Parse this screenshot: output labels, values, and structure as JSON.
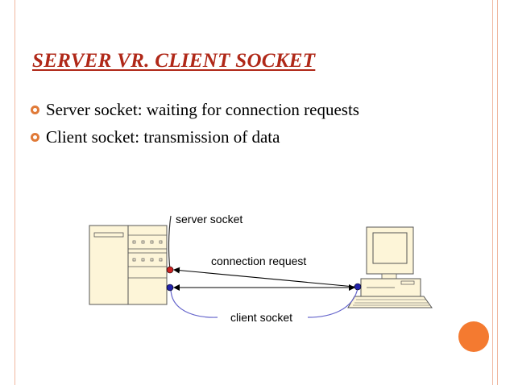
{
  "slide": {
    "title": "SERVER VR. CLIENT SOCKET",
    "bullets": [
      "Server socket: waiting for connection requests",
      "Client socket: transmission of data"
    ]
  },
  "diagram": {
    "server_socket_label": "server socket",
    "connection_request_label": "connection request",
    "client_socket_label": "client socket"
  },
  "colors": {
    "title": "#b02818",
    "bullet_ring": "#e07a38",
    "accent_dot": "#f47a30",
    "server_socket_dot": "#cc2222",
    "client_socket_dot": "#2222aa",
    "device_fill": "#fdf5d8",
    "border_lines": "#f0b8a0"
  },
  "icons": {
    "server": "server-tower-icon",
    "client": "desktop-computer-icon"
  }
}
